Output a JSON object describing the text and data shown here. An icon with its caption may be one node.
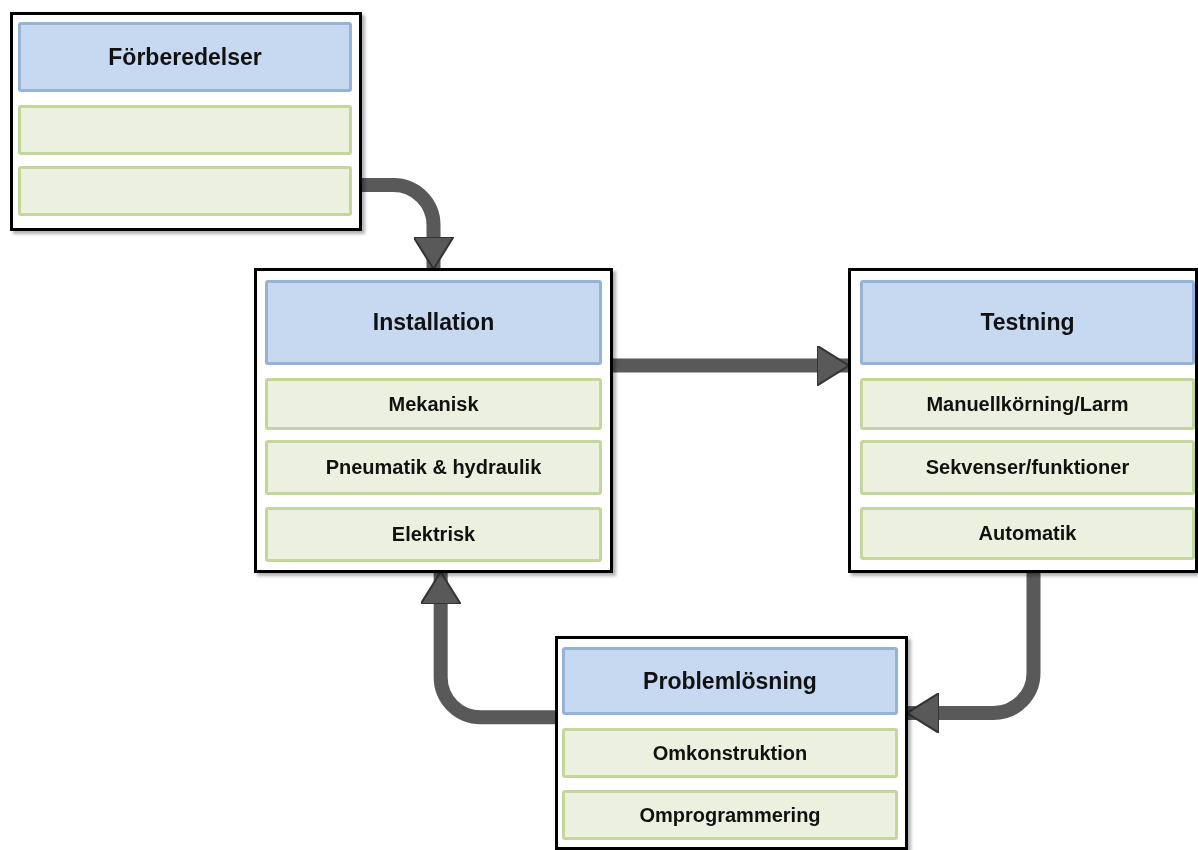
{
  "diagram": {
    "nodes": [
      {
        "text": [],
        "shape": "box"
      },
      {
        "text": [
          "Förberedelser"
        ],
        "in": 0
      },
      {
        "text": [],
        "shape": "box",
        "in": 0
      },
      {
        "text": [],
        "shape": "box",
        "in": 0
      },
      {
        "text": [],
        "shape": "box"
      },
      {
        "text": [
          "Installation"
        ],
        "in": 4
      },
      {
        "text": [
          "Mekanisk"
        ],
        "in": 4
      },
      {
        "text": [
          "Pneumatik & hydraulik"
        ],
        "in": 4
      },
      {
        "text": [
          "Elektrisk"
        ],
        "in": 4
      },
      {
        "text": [],
        "shape": "box"
      },
      {
        "text": [
          "Testning"
        ],
        "in": 9
      },
      {
        "text": [
          "Manuellkörning/Larm"
        ],
        "in": 9
      },
      {
        "text": [
          "Sekvenser/funktioner"
        ],
        "in": 9
      },
      {
        "text": [
          "Automatik"
        ],
        "in": 9
      },
      {
        "text": [],
        "shape": "box"
      },
      {
        "text": [
          "Problemlösning"
        ],
        "in": 14
      },
      {
        "text": [
          "Omkonstruktion"
        ],
        "in": 14
      },
      {
        "text": [
          "Omprogrammering"
        ],
        "in": 14
      }
    ],
    "edges": [
      {
        "from": 0,
        "to": 4,
        "arrow": "to"
      },
      {
        "from": 4,
        "to": 9,
        "arrow": "to"
      },
      {
        "from": 9,
        "to": 14,
        "arrow": "to"
      },
      {
        "from": 14,
        "to": 4,
        "arrow": "to"
      }
    ]
  }
}
